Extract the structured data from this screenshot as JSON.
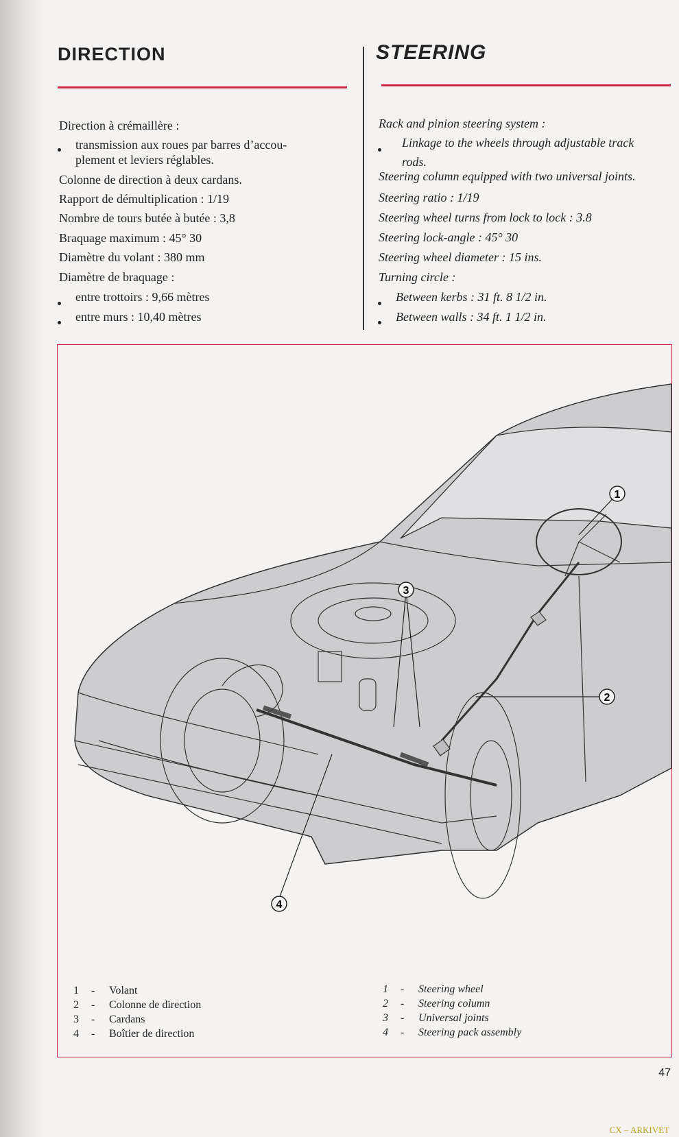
{
  "header": {
    "title_fr": "DIRECTION",
    "title_en": "STEERING"
  },
  "french": {
    "line1": "Direction à crémaillère :",
    "bullet1_a": "transmission   aux   roues   par   barres   d’accou-",
    "bullet1_b": "plement et leviers réglables.",
    "line2": "Colonne de direction à deux cardans.",
    "line3": "Rapport de démultiplication : 1/19",
    "line4": "Nombre de tours butée à butée : 3,8",
    "line5": "Braquage maximum : 45° 30",
    "line6": "Diamètre du volant   :   380 mm",
    "line7": "Diamètre de braquage :",
    "bullet2": "entre trottoirs      :  9,66 mètres",
    "bullet3": "entre murs           : 10,40 mètres"
  },
  "english": {
    "line1": "Rack and pinion steering system :",
    "bullet1_a": "Linkage to the wheels through adjustable track",
    "bullet1_b": "rods.",
    "line2": "Steering column equipped with two universal joints.",
    "line3": "Steering ratio : 1/19",
    "line4": "Steering wheel turns from lock to lock : 3.8",
    "line5": "Steering  lock-angle : 45° 30",
    "line6": "Steering wheel diameter : 15 ins.",
    "line7": "Turning circle :",
    "bullet2": "Between kerbs : 31 ft. 8 1/2 in.",
    "bullet3": "Between walls  : 34 ft. 1 1/2 in."
  },
  "figure": {
    "callouts": [
      "1",
      "2",
      "3",
      "4"
    ]
  },
  "legend_fr": [
    {
      "num": "1",
      "label": "Volant"
    },
    {
      "num": "2",
      "label": "Colonne de direction"
    },
    {
      "num": "3",
      "label": "Cardans"
    },
    {
      "num": "4",
      "label": "Boîtier de direction"
    }
  ],
  "legend_en": [
    {
      "num": "1",
      "label": "Steering wheel"
    },
    {
      "num": "2",
      "label": "Steering column"
    },
    {
      "num": "3",
      "label": "Universal joints"
    },
    {
      "num": "4",
      "label": "Steering pack assembly"
    }
  ],
  "legend_dash": "-",
  "page_number": "47",
  "watermark": "CX – ARKIVET",
  "colors": {
    "accent_rule": "#d0284a",
    "watermark": "#c0a020"
  }
}
